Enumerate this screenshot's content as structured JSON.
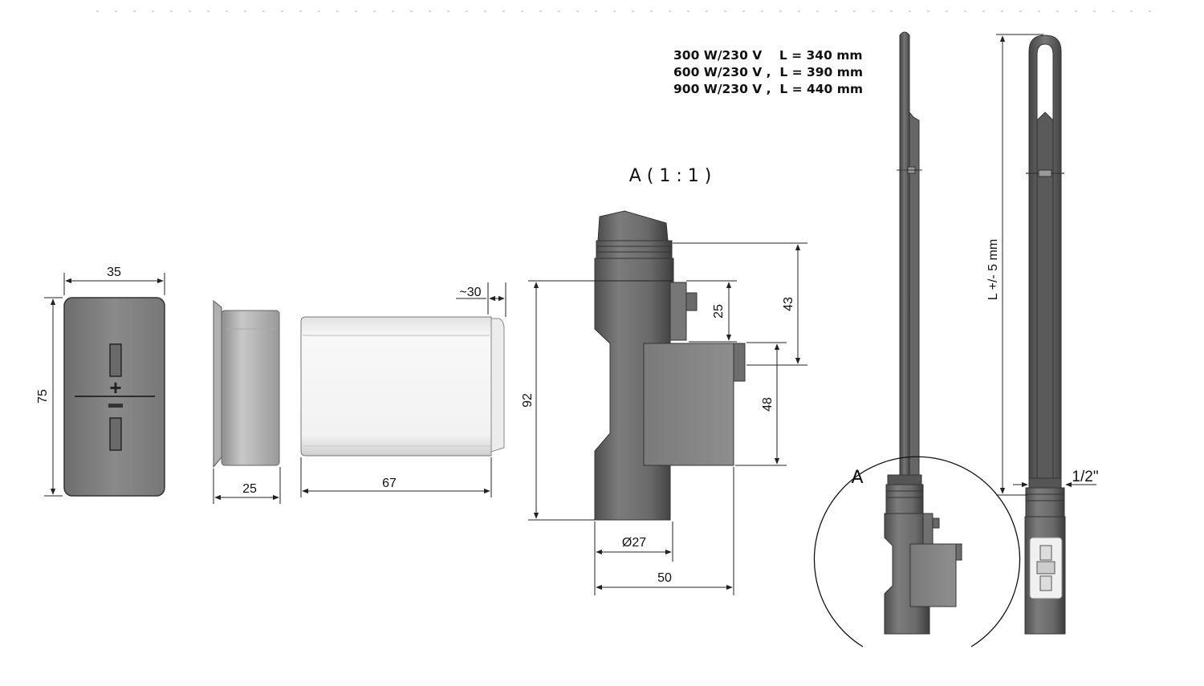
{
  "specs": [
    "300 W/230 V    L = 340 mm",
    "600 W/230 V ,  L = 390 mm",
    "900 W/230 V ,  L = 440 mm"
  ],
  "detail_title": "A ( 1 : 1 )",
  "detail_marker": "A",
  "dimensions": {
    "panel_width": "35",
    "panel_height": "75",
    "cap_depth": "25",
    "body_length": "67",
    "body_tip": "~30",
    "heater_height": "92",
    "heater_upper": "25",
    "heater_top": "43",
    "heater_box": "48",
    "heater_diameter": "Ø27",
    "heater_width": "50",
    "element_length": "L  +/- 5 mm",
    "thread": "1/2\""
  },
  "symbols": {
    "plus": "+",
    "minus": "−"
  }
}
